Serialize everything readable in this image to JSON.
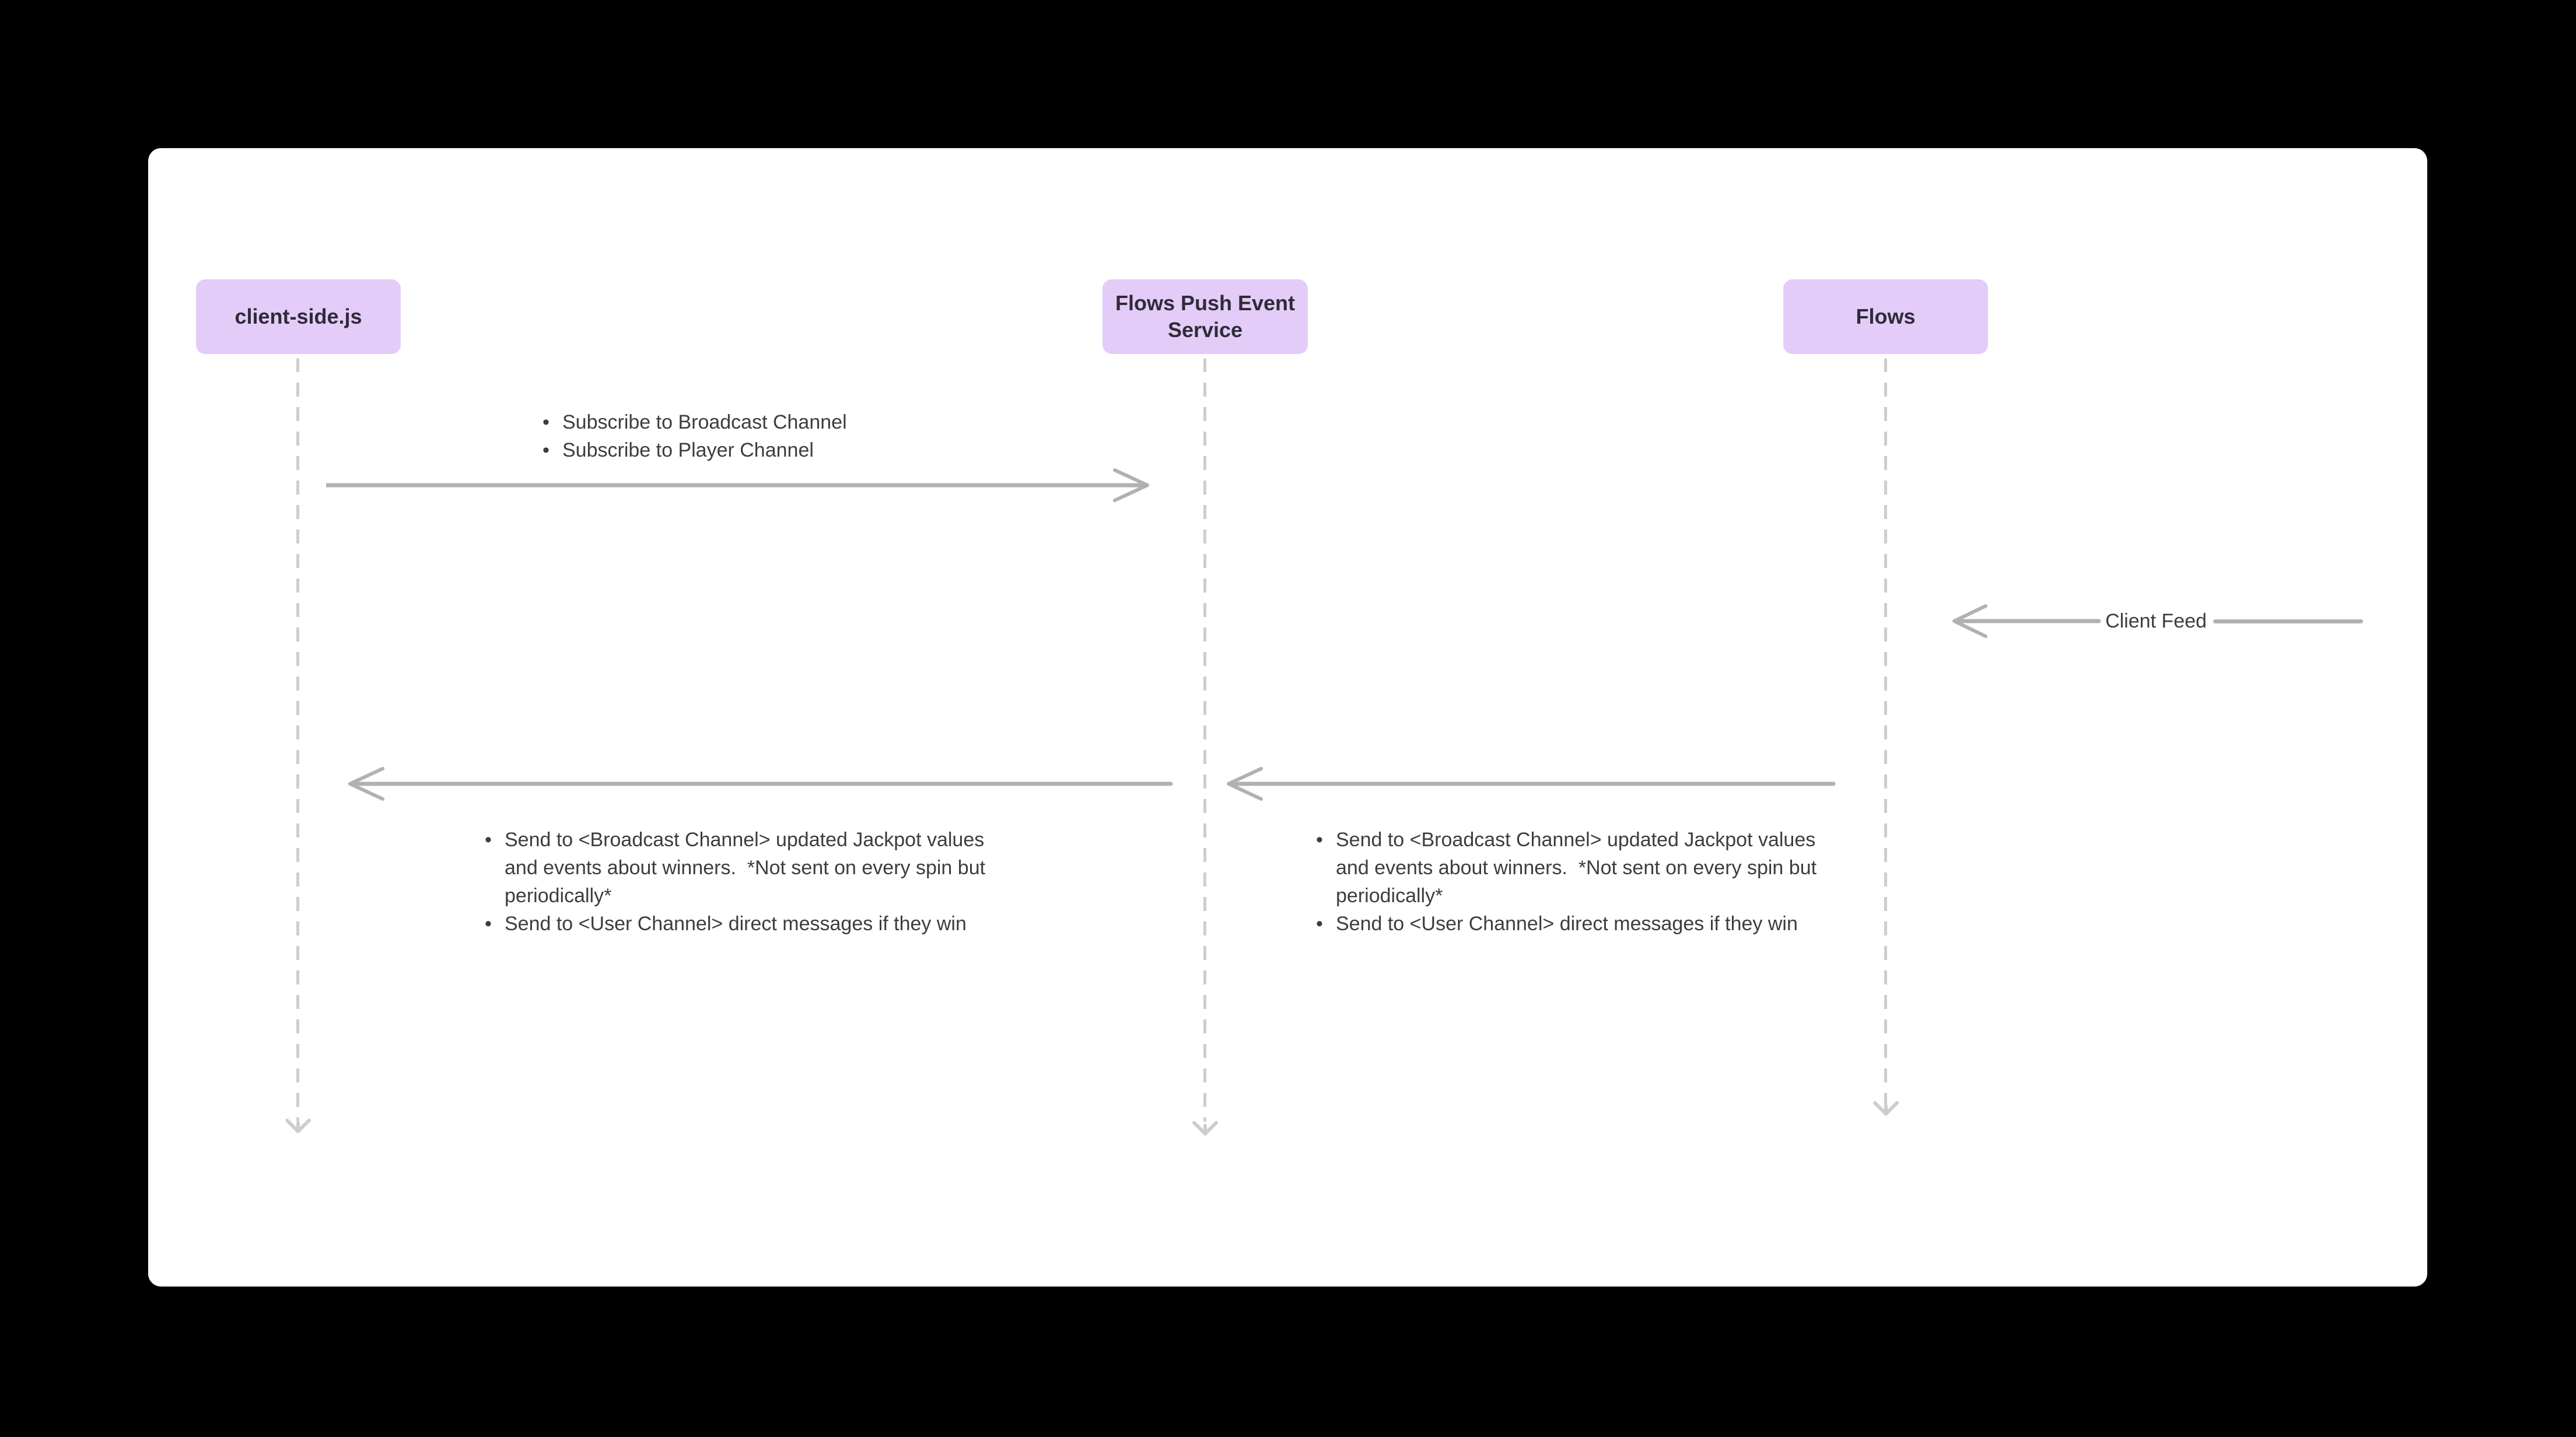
{
  "colors": {
    "background": "#000000",
    "canvas": "#ffffff",
    "actor_fill": "#e3ccf8",
    "actor_text": "#2f2b38",
    "body_text": "#3d3d3d",
    "arrow": "#b1b1b1",
    "lifeline": "#cdcdcd"
  },
  "actors": [
    {
      "label": "client-side.js"
    },
    {
      "label": "Flows Push Event Service"
    },
    {
      "label": "Flows"
    }
  ],
  "messages": {
    "subscribe": {
      "items": [
        "Subscribe to Broadcast Channel",
        "Subscribe to Player Channel"
      ]
    },
    "push_to_client": {
      "items": [
        "Send to <Broadcast Channel> updated Jackpot values and events about winners.  *Not sent on every spin but periodically*",
        "Send to <User Channel> direct messages if they win"
      ]
    },
    "push_to_service": {
      "items": [
        "Send to <Broadcast Channel> updated Jackpot values and events about winners.  *Not sent on every spin but periodically*",
        "Send to <User Channel> direct messages if they win"
      ]
    },
    "client_feed": {
      "label": "Client Feed"
    }
  }
}
